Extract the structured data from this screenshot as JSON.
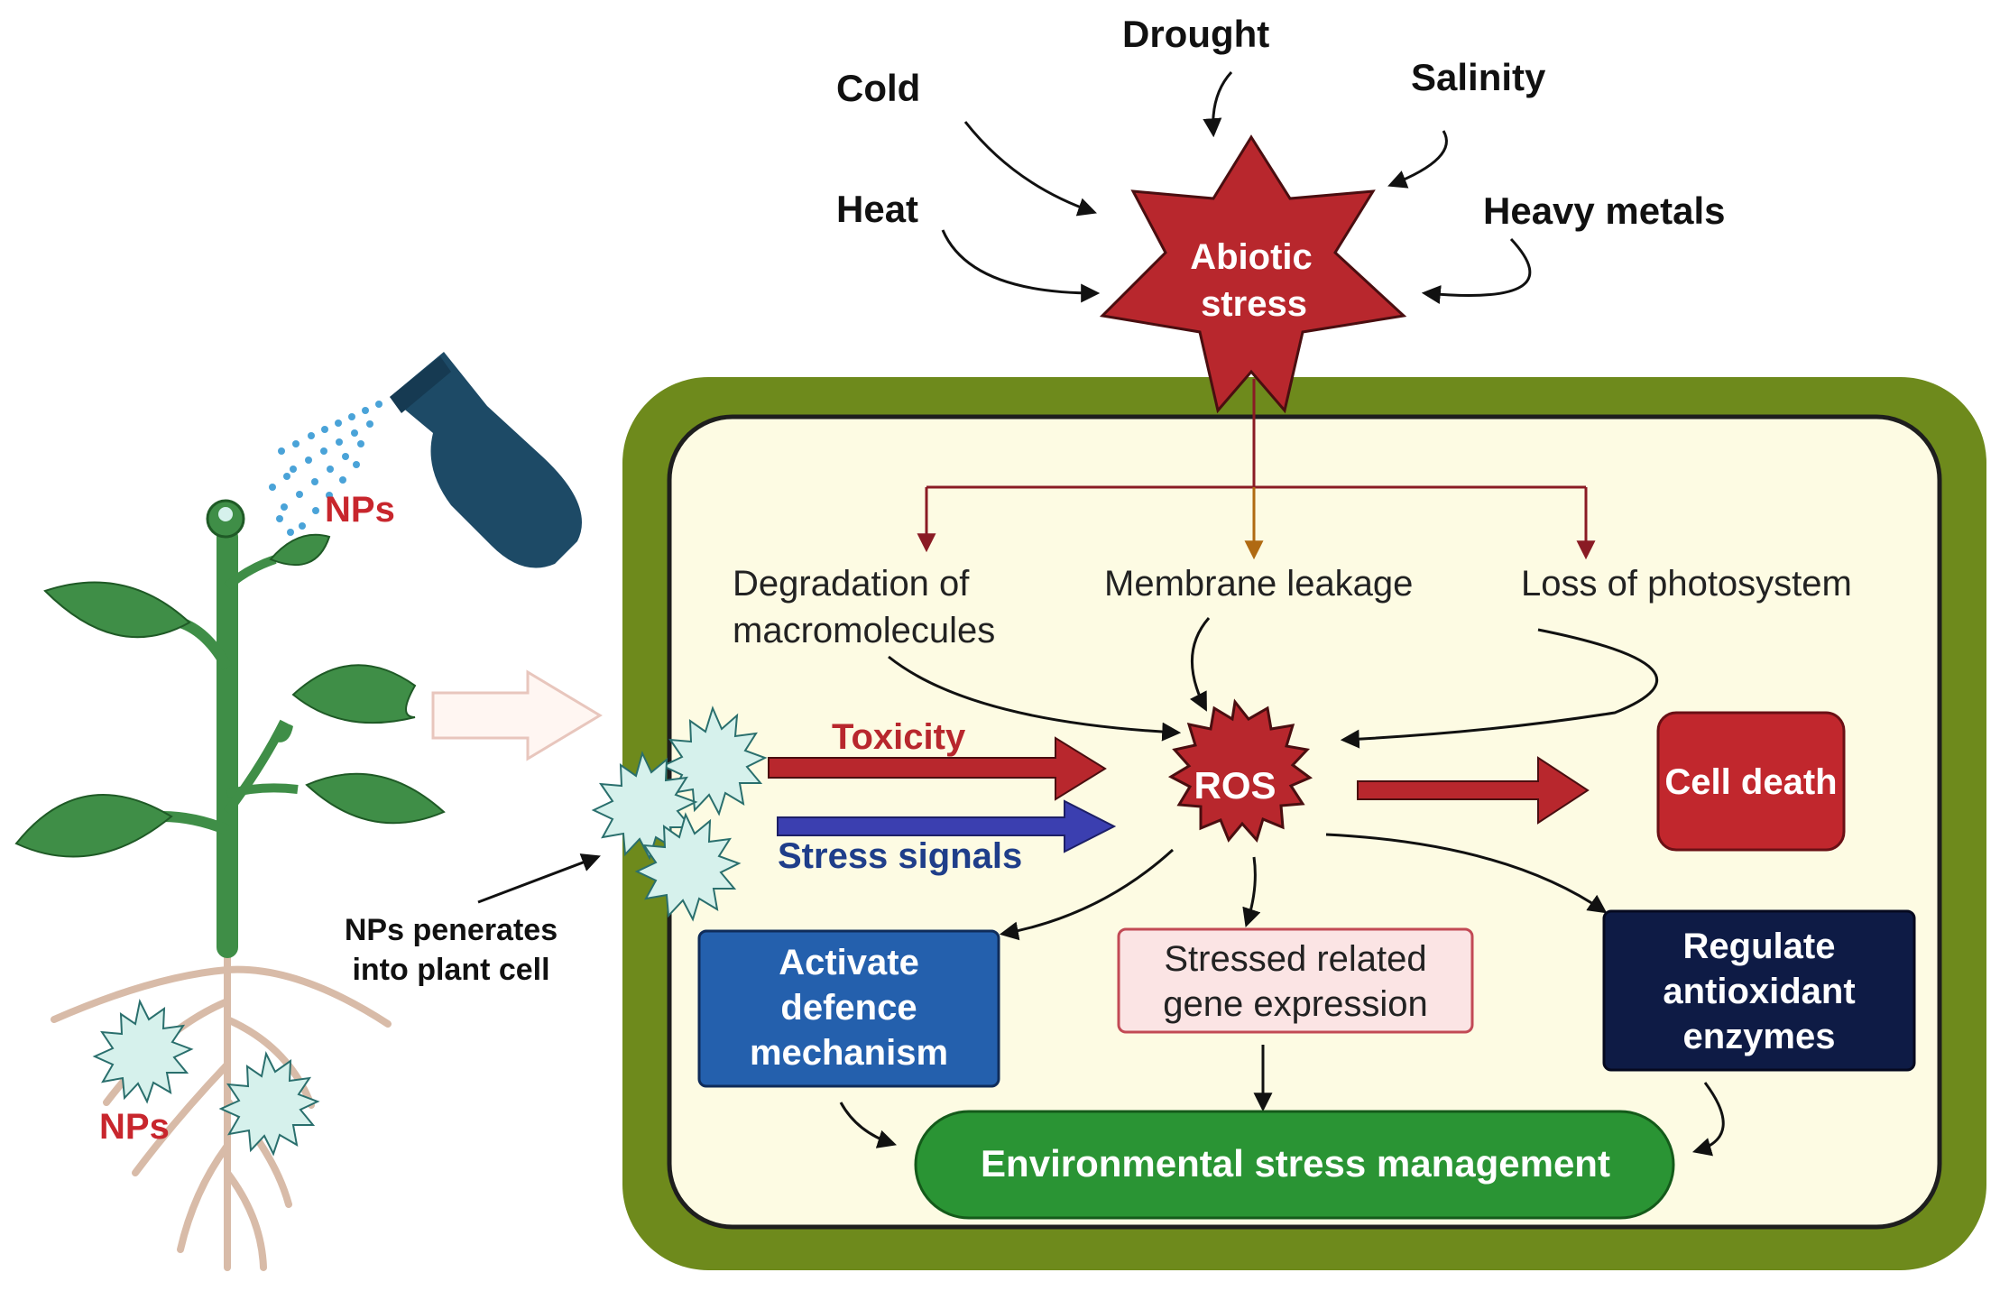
{
  "stressors": {
    "cold": "Cold",
    "drought": "Drought",
    "salinity": "Salinity",
    "heat": "Heat",
    "heavy_metals": "Heavy metals"
  },
  "abiotic_stress": {
    "line1": "Abiotic",
    "line2": "stress"
  },
  "effects": {
    "degradation_line1": "Degradation of",
    "degradation_line2": "macromolecules",
    "membrane": "Membrane leakage",
    "photosystem": "Loss of photosystem"
  },
  "ros": "ROS",
  "toxicity": "Toxicity",
  "stress_signals": "Stress signals",
  "cell_death": "Cell death",
  "nps_spray": "NPs",
  "nps_root": "NPs",
  "np_entry": {
    "line1": "NPs penerates",
    "line2": "into plant cell"
  },
  "outcomes": {
    "defence": [
      "Activate",
      "defence",
      "mechanism"
    ],
    "gene": [
      "Stressed related",
      "gene expression"
    ],
    "antioxidant": [
      "Regulate",
      "antioxidant",
      "enzymes"
    ]
  },
  "management": "Environmental stress management",
  "colors": {
    "cell_wall": "#6e8a1c",
    "cytoplasm": "#fdfbe3",
    "stress_red": "#b8272d",
    "leaf_green": "#3f8e47",
    "np_teal": "#d6f1ec",
    "defence_blue": "#2460ad",
    "gene_pink": "#fbe4e4",
    "antioxidant_navy": "#0e1b45",
    "management_green": "#2a9434"
  }
}
